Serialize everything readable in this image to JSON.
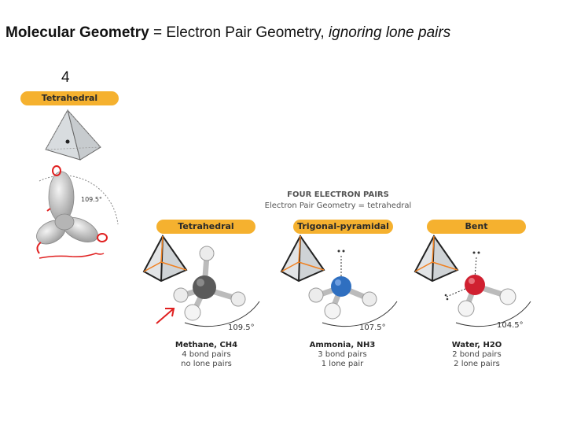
{
  "title": {
    "bold_part": "Molecular Geometry",
    "plain_part": " = Electron Pair Geometry, ",
    "italic_part": "ignoring lone pairs"
  },
  "number_label": "4",
  "left_panel": {
    "pill_label": "Tetrahedral",
    "orbital_angle": "109.5°"
  },
  "header": {
    "line1": "FOUR ELECTRON PAIRS",
    "line2": "Electron Pair Geometry = tetrahedral"
  },
  "molecules": [
    {
      "pill_label": "Tetrahedral",
      "angle": "109.5°",
      "name": "Methane, CH4",
      "bond_pairs": "4 bond pairs",
      "lone_pairs": "no lone pairs"
    },
    {
      "pill_label": "Trigonal-pyramidal",
      "angle": "107.5°",
      "name": "Ammonia, NH3",
      "bond_pairs": "3 bond pairs",
      "lone_pairs": "1 lone pair"
    },
    {
      "pill_label": "Bent",
      "angle": "104.5°",
      "name": "Water, H2O",
      "bond_pairs": "2 bond pairs",
      "lone_pairs": "2 lone pairs"
    }
  ],
  "colors": {
    "pill": "#f5b12f",
    "carbon": "#555555",
    "nitrogen": "#2f6fc0",
    "oxygen": "#d02030",
    "annotation": "#e02020"
  }
}
